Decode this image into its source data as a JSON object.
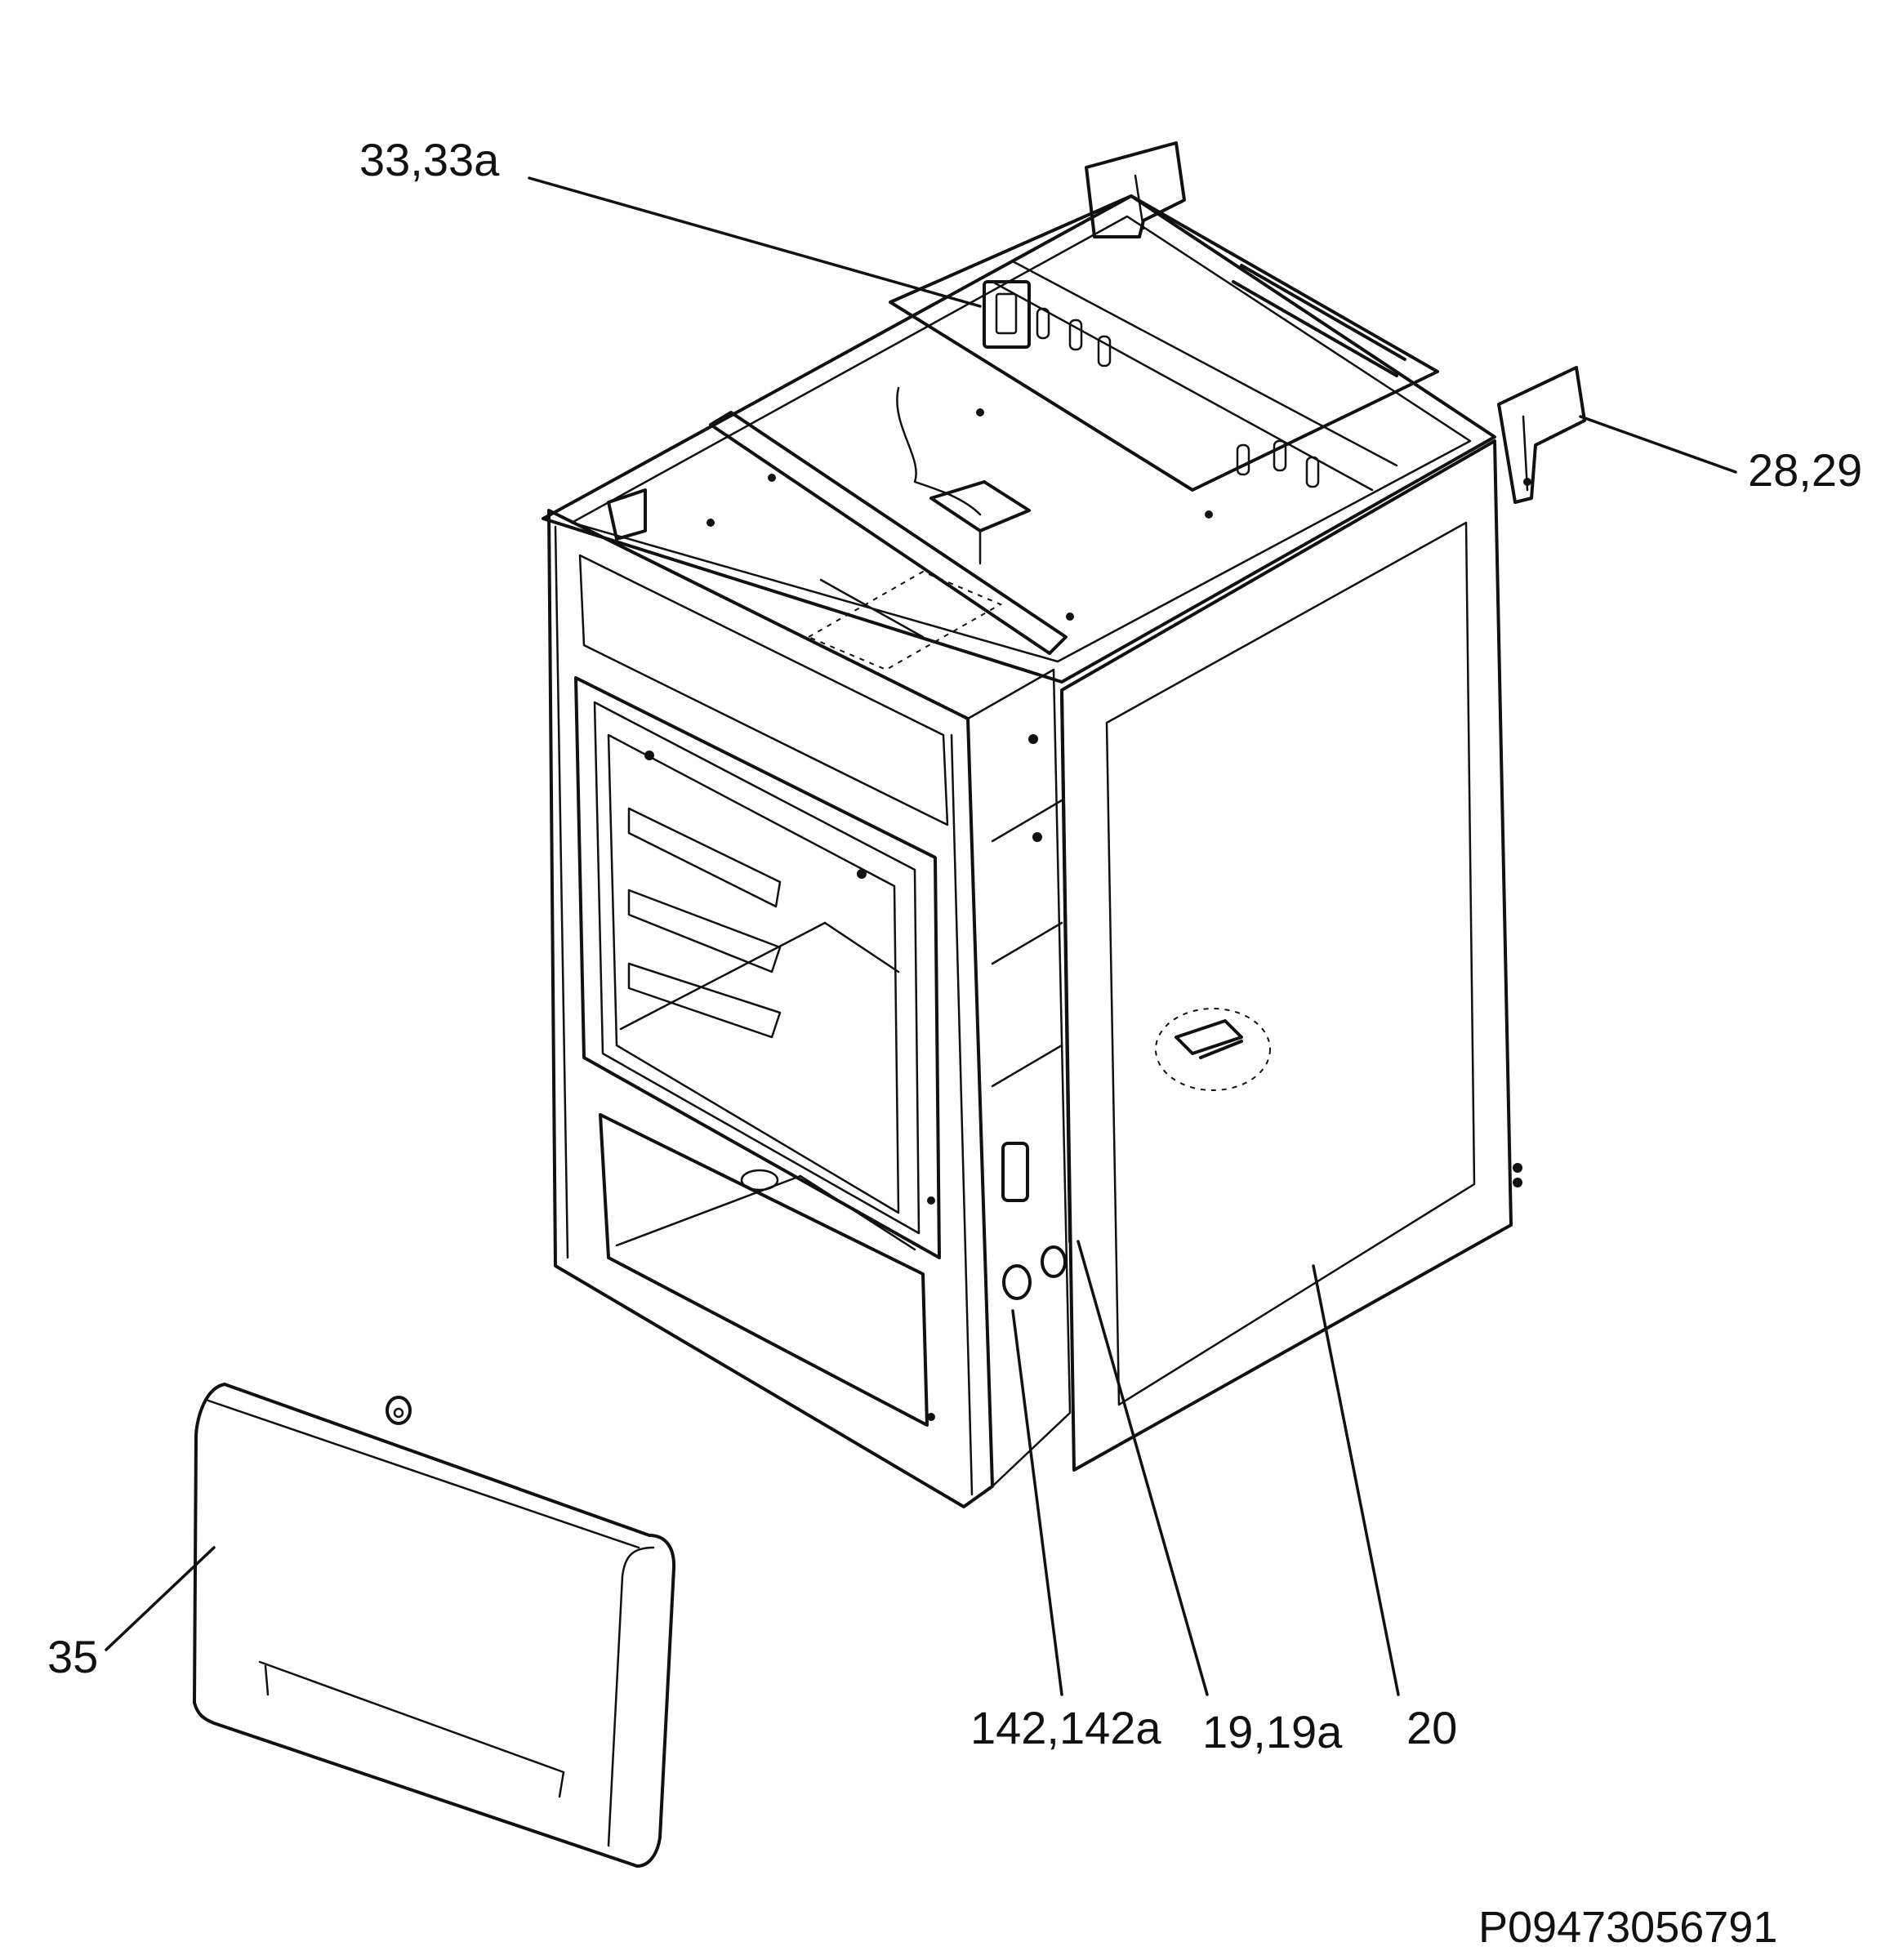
{
  "callouts": {
    "c_33": "33,33a",
    "c_28": "28,29",
    "c_35": "35",
    "c_142": "142,142a",
    "c_19": "19,19a",
    "c_20": "20"
  },
  "document_code": "P09473056791"
}
